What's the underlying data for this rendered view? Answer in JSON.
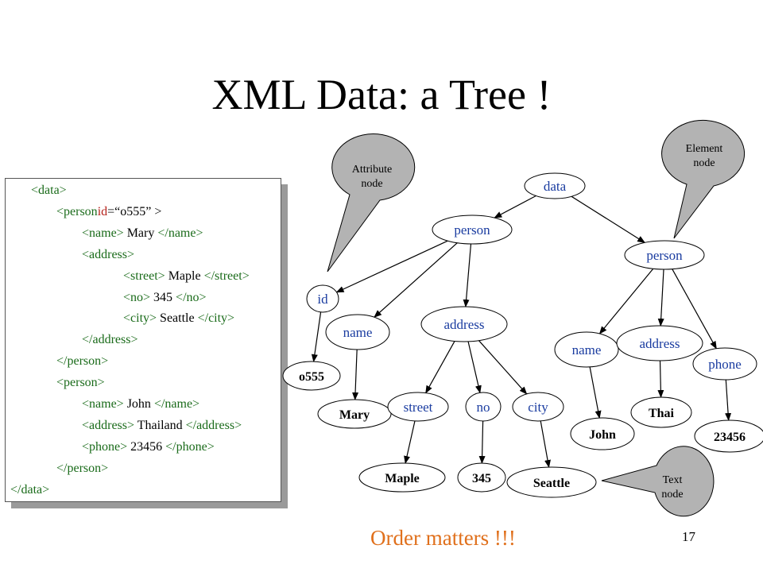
{
  "title": "XML Data: a Tree !",
  "code_lines": [
    {
      "parts": [
        [
          "tag",
          "<data>"
        ]
      ]
    },
    {
      "parts": [
        [
          "tag",
          "<person"
        ],
        [
          "attr",
          "id"
        ],
        [
          "text",
          "=“o555” >"
        ]
      ]
    },
    {
      "parts": [
        [
          "tag",
          "<name>"
        ],
        [
          "text",
          " Mary "
        ],
        [
          "tag",
          "</name>"
        ]
      ]
    },
    {
      "parts": [
        [
          "tag",
          "<address>"
        ]
      ]
    },
    {
      "parts": [
        [
          "tag",
          "<street>"
        ],
        [
          "text",
          " Maple "
        ],
        [
          "tag",
          "</street>"
        ]
      ]
    },
    {
      "parts": [
        [
          "tag",
          "<no>"
        ],
        [
          "text",
          " 345 "
        ],
        [
          "tag",
          "</no>"
        ]
      ]
    },
    {
      "parts": [
        [
          "tag",
          "<city>"
        ],
        [
          "text",
          " Seattle "
        ],
        [
          "tag",
          "</city>"
        ]
      ]
    },
    {
      "parts": [
        [
          "tag",
          "</address>"
        ]
      ]
    },
    {
      "parts": [
        [
          "tag",
          "</person>"
        ]
      ]
    },
    {
      "parts": [
        [
          "tag",
          "<person>"
        ]
      ]
    },
    {
      "parts": [
        [
          "tag",
          "<name>"
        ],
        [
          "text",
          " John "
        ],
        [
          "tag",
          "</name>"
        ]
      ]
    },
    {
      "parts": [
        [
          "tag",
          "<address>"
        ],
        [
          "text",
          " Thailand "
        ],
        [
          "tag",
          "</address>"
        ]
      ]
    },
    {
      "parts": [
        [
          "tag",
          "<phone>"
        ],
        [
          "text",
          " 23456 "
        ],
        [
          "tag",
          "</phone>"
        ]
      ]
    },
    {
      "parts": [
        [
          "tag",
          "</person>"
        ]
      ]
    },
    {
      "parts": [
        [
          "tag",
          "</data>"
        ]
      ]
    }
  ],
  "nodes": [
    {
      "id": "data",
      "label": "data",
      "kind": "element"
    },
    {
      "id": "person1",
      "label": "person",
      "kind": "element"
    },
    {
      "id": "person2",
      "label": "person",
      "kind": "element"
    },
    {
      "id": "id",
      "label": "id",
      "kind": "attribute"
    },
    {
      "id": "o555",
      "label": "o555",
      "kind": "text"
    },
    {
      "id": "name1",
      "label": "name",
      "kind": "element"
    },
    {
      "id": "address1",
      "label": "address",
      "kind": "element"
    },
    {
      "id": "mary",
      "label": "Mary",
      "kind": "text"
    },
    {
      "id": "street",
      "label": "street",
      "kind": "element"
    },
    {
      "id": "no",
      "label": "no",
      "kind": "element"
    },
    {
      "id": "city",
      "label": "city",
      "kind": "element"
    },
    {
      "id": "maple",
      "label": "Maple",
      "kind": "text"
    },
    {
      "id": "n345",
      "label": "345",
      "kind": "text"
    },
    {
      "id": "seattle",
      "label": "Seattle",
      "kind": "text"
    },
    {
      "id": "name2",
      "label": "name",
      "kind": "element"
    },
    {
      "id": "address2",
      "label": "address",
      "kind": "element"
    },
    {
      "id": "phone",
      "label": "phone",
      "kind": "element"
    },
    {
      "id": "john",
      "label": "John",
      "kind": "text"
    },
    {
      "id": "thai",
      "label": "Thai",
      "kind": "text"
    },
    {
      "id": "n23456",
      "label": "23456",
      "kind": "text"
    }
  ],
  "edges": [
    [
      "data",
      "person1"
    ],
    [
      "data",
      "person2"
    ],
    [
      "person1",
      "id"
    ],
    [
      "person1",
      "name1"
    ],
    [
      "person1",
      "address1"
    ],
    [
      "id",
      "o555"
    ],
    [
      "name1",
      "mary"
    ],
    [
      "address1",
      "street"
    ],
    [
      "address1",
      "no"
    ],
    [
      "address1",
      "city"
    ],
    [
      "street",
      "maple"
    ],
    [
      "no",
      "n345"
    ],
    [
      "city",
      "seattle"
    ],
    [
      "person2",
      "name2"
    ],
    [
      "person2",
      "address2"
    ],
    [
      "person2",
      "phone"
    ],
    [
      "name2",
      "john"
    ],
    [
      "address2",
      "thai"
    ],
    [
      "phone",
      "n23456"
    ]
  ],
  "callouts": {
    "attribute": "Attribute node",
    "element": "Element node",
    "text": "Text node"
  },
  "note": "Order matters !!!",
  "page_number": "17",
  "colors": {
    "element_text": "#1a3ca0",
    "text_node_text": "#000000",
    "node_fill": "#ffffff",
    "node_stroke": "#000000",
    "code_tag": "#1a6b1a",
    "code_attr": "#b5201a",
    "callout_fill": "#b3b3b3",
    "note": "#e0701c"
  }
}
